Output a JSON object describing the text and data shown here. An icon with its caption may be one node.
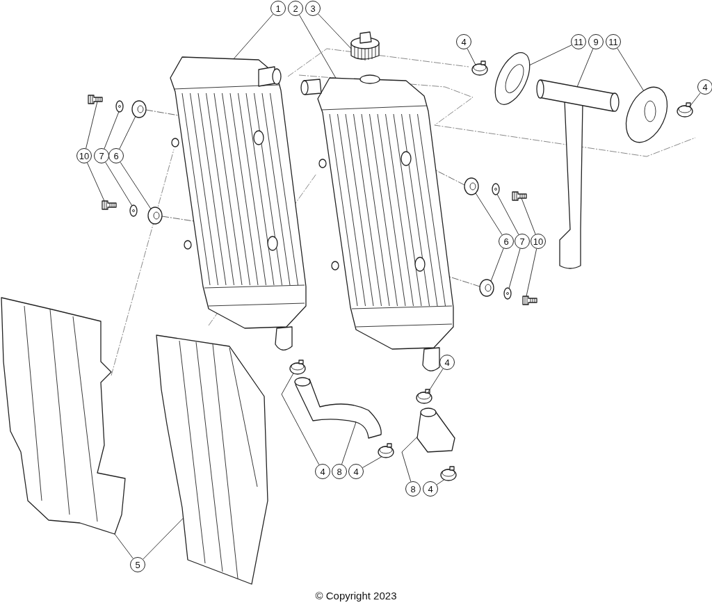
{
  "diagram": {
    "nodes": [
      {
        "text": [
          "1"
        ]
      },
      {
        "text": [
          "2"
        ]
      },
      {
        "text": [
          "3"
        ]
      },
      {
        "text": [
          "4"
        ]
      },
      {
        "text": [
          "11"
        ]
      },
      {
        "text": [
          "9"
        ]
      },
      {
        "text": [
          "11"
        ]
      },
      {
        "text": [
          "4"
        ]
      },
      {
        "text": [
          "10"
        ]
      },
      {
        "text": [
          "7"
        ]
      },
      {
        "text": [
          "6"
        ]
      },
      {
        "text": [
          "6"
        ]
      },
      {
        "text": [
          "7"
        ]
      },
      {
        "text": [
          "10"
        ]
      },
      {
        "text": [
          "4"
        ]
      },
      {
        "text": [
          "4"
        ]
      },
      {
        "text": [
          "8"
        ]
      },
      {
        "text": [
          "4"
        ]
      },
      {
        "text": [
          "8"
        ]
      },
      {
        "text": [
          "4"
        ]
      },
      {
        "text": [
          "5"
        ]
      },
      {
        "text": [],
        "shape": "picture"
      },
      {
        "text": [],
        "shape": "picture"
      },
      {
        "text": [],
        "shape": "picture"
      },
      {
        "text": [],
        "shape": "picture"
      },
      {
        "text": [],
        "shape": "picture"
      },
      {
        "text": [],
        "shape": "picture"
      },
      {
        "text": [],
        "shape": "picture"
      },
      {
        "text": [],
        "shape": "picture"
      },
      {
        "text": [],
        "shape": "picture"
      },
      {
        "text": [],
        "shape": "picture"
      },
      {
        "text": [],
        "shape": "picture"
      },
      {
        "text": [],
        "shape": "picture"
      },
      {
        "text": [],
        "shape": "picture"
      },
      {
        "text": [],
        "shape": "picture"
      },
      {
        "text": [],
        "shape": "picture"
      },
      {
        "text": [],
        "shape": "picture"
      },
      {
        "text": [],
        "shape": "picture"
      },
      {
        "text": [],
        "shape": "picture"
      },
      {
        "text": [],
        "shape": "picture"
      },
      {
        "text": [],
        "shape": "picture"
      },
      {
        "text": [],
        "shape": "picture"
      },
      {
        "text": [],
        "shape": "picture"
      },
      {
        "text": [],
        "shape": "picture"
      },
      {
        "text": [],
        "shape": "picture"
      },
      {
        "text": [],
        "shape": "picture"
      },
      {
        "text": [],
        "shape": "picture"
      },
      {
        "text": [],
        "shape": "picture"
      },
      {
        "text": [],
        "shape": "picture"
      }
    ],
    "edges": [
      {
        "from": 0,
        "to": 21,
        "arrow": "none"
      },
      {
        "from": 1,
        "to": 22,
        "arrow": "none"
      },
      {
        "from": 2,
        "to": 23,
        "arrow": "none"
      },
      {
        "from": 3,
        "to": 24,
        "arrow": "none"
      },
      {
        "from": 4,
        "to": 25,
        "arrow": "none"
      },
      {
        "from": 5,
        "to": 26,
        "arrow": "none"
      },
      {
        "from": 6,
        "to": 27,
        "arrow": "none"
      },
      {
        "from": 7,
        "to": 28,
        "arrow": "none"
      },
      {
        "from": 8,
        "to": 29,
        "arrow": "none"
      },
      {
        "from": 8,
        "to": 32,
        "arrow": "none"
      },
      {
        "from": 9,
        "to": 30,
        "arrow": "none"
      },
      {
        "from": 9,
        "to": 33,
        "arrow": "none"
      },
      {
        "from": 10,
        "to": 31,
        "arrow": "none"
      },
      {
        "from": 10,
        "to": 34,
        "arrow": "none"
      },
      {
        "from": 11,
        "to": 35,
        "arrow": "none"
      },
      {
        "from": 11,
        "to": 38,
        "arrow": "none"
      },
      {
        "from": 12,
        "to": 36,
        "arrow": "none"
      },
      {
        "from": 12,
        "to": 39,
        "arrow": "none"
      },
      {
        "from": 13,
        "to": 37,
        "arrow": "none"
      },
      {
        "from": 13,
        "to": 40,
        "arrow": "none"
      },
      {
        "from": 14,
        "to": 41,
        "arrow": "none"
      },
      {
        "from": 15,
        "to": 42,
        "arrow": "none"
      },
      {
        "from": 16,
        "to": 43,
        "arrow": "none"
      },
      {
        "from": 17,
        "to": 44,
        "arrow": "none"
      },
      {
        "from": 18,
        "to": 45,
        "arrow": "none"
      },
      {
        "from": 19,
        "to": 46,
        "arrow": "none"
      },
      {
        "from": 20,
        "to": 47,
        "arrow": "none"
      },
      {
        "from": 20,
        "to": 48,
        "arrow": "none"
      },
      {
        "from": 31,
        "to": 21,
        "arrow": "none",
        "style": "dashed"
      },
      {
        "from": 34,
        "to": 21,
        "arrow": "none",
        "style": "dashed"
      },
      {
        "from": 35,
        "to": 22,
        "arrow": "none",
        "style": "dashed"
      },
      {
        "from": 38,
        "to": 22,
        "arrow": "none",
        "style": "dashed"
      }
    ],
    "labels": [
      "© Copyright 2023"
    ]
  }
}
